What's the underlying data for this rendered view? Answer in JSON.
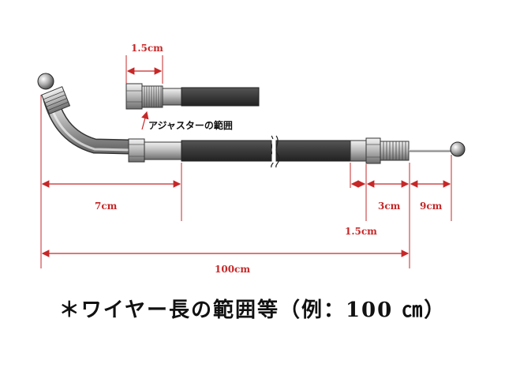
{
  "diagram": {
    "detail_length_label": "1.5cm",
    "adjuster_label": "アジャスターの範囲",
    "dim_7": "7cm",
    "dim_3": "3cm",
    "dim_9": "9cm",
    "dim_1_5_bottom": "1.5cm",
    "dim_100": "100cm"
  },
  "title": "＊ワイヤー長の範囲等（例：100 ㎝）",
  "colors": {
    "dimension": "#c62828",
    "cable_dark": "#3a3a3a",
    "metal": "#b8b8b8"
  }
}
